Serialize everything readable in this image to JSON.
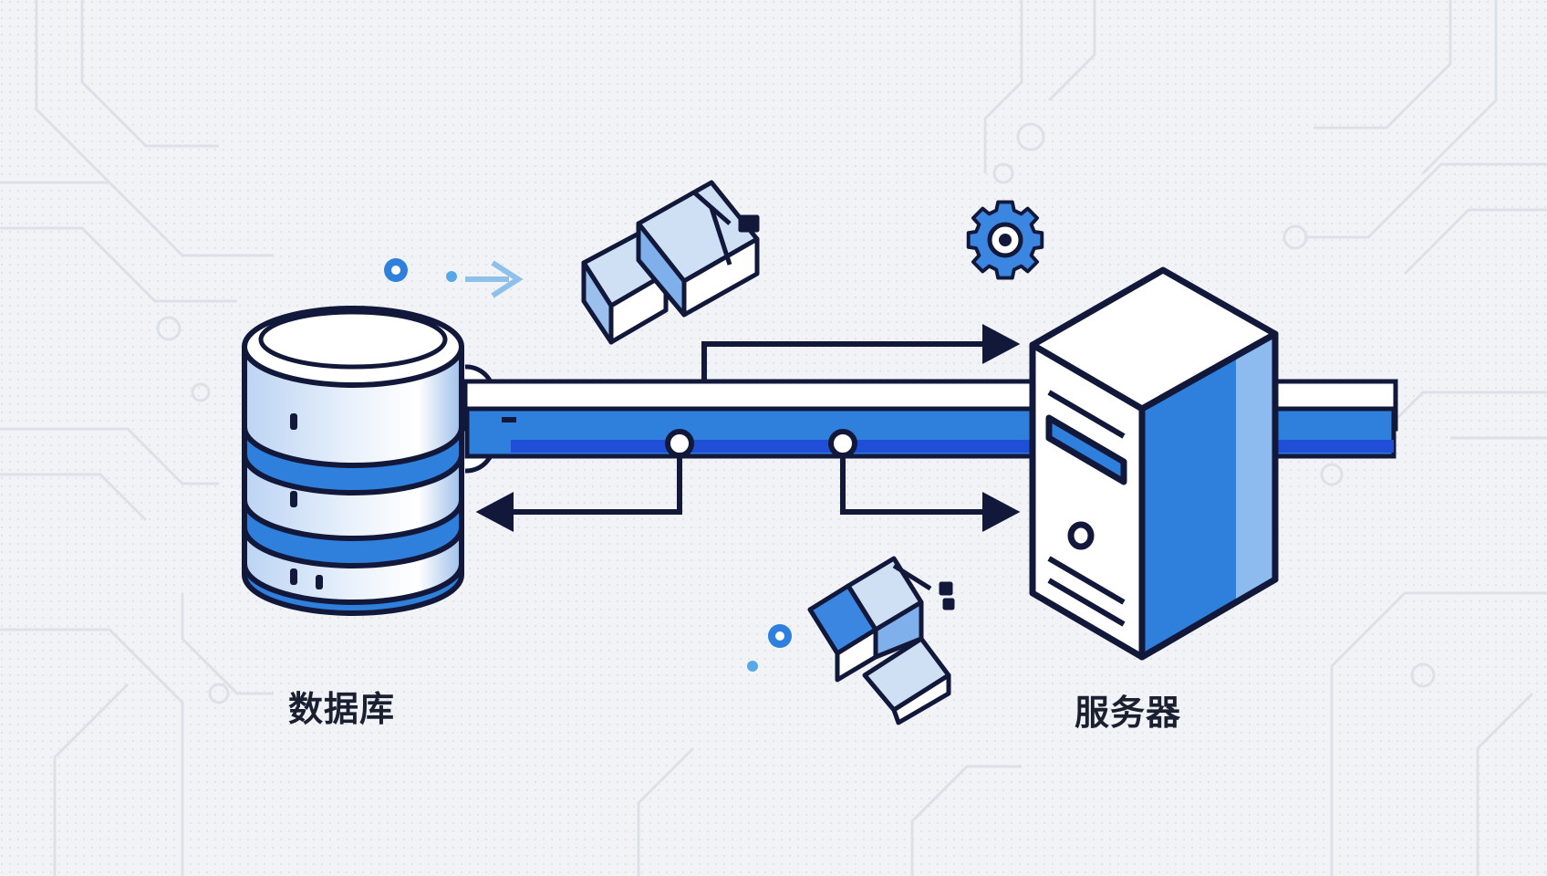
{
  "diagram": {
    "nodes": [
      {
        "id": "database",
        "label": "数据库",
        "icon": "database-icon"
      },
      {
        "id": "server",
        "label": "服务器",
        "icon": "server-icon"
      }
    ],
    "edges": [
      {
        "from": "database",
        "to": "server",
        "direction": "forward"
      },
      {
        "from": "server",
        "to": "database",
        "direction": "back"
      },
      {
        "from": "database",
        "to": "server",
        "direction": "forward"
      }
    ],
    "decorations": [
      "plug-icon",
      "gear-icon",
      "plug-icon",
      "arrow-icon"
    ]
  },
  "colors": {
    "background": "#f1f3f6",
    "accent": "#2f7fdc",
    "accent_dark": "#1f4fd6",
    "light_blue": "#cfe0f5",
    "outline": "#12183a",
    "circuit": "#dfe3e9"
  }
}
